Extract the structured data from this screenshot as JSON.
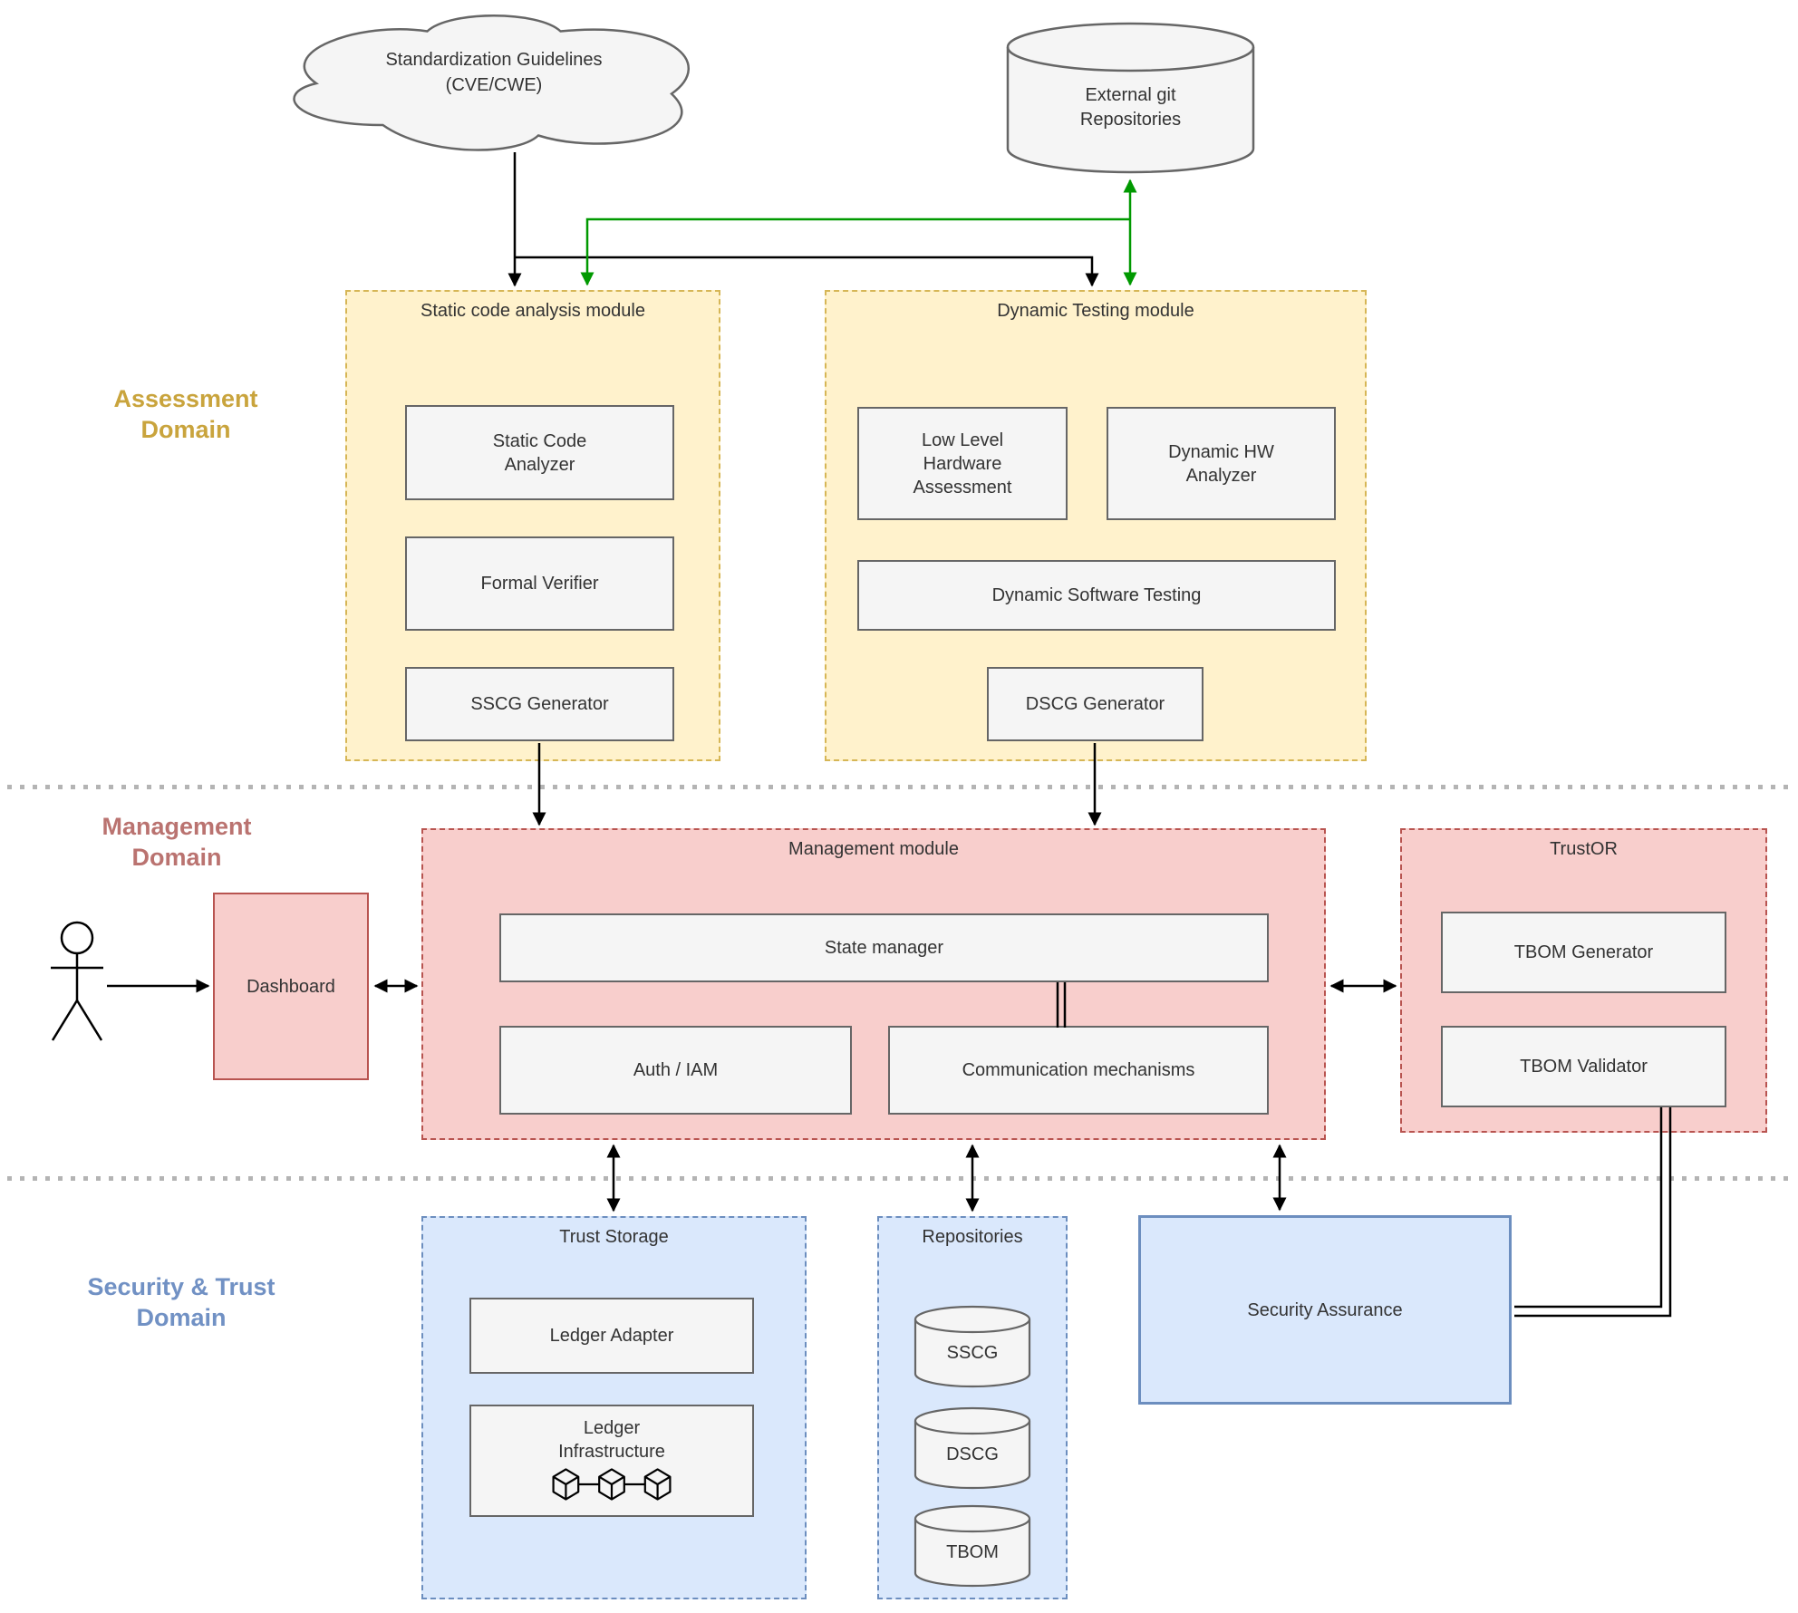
{
  "cloud": {
    "label": "Standardization Guidelines\n(CVE/CWE)"
  },
  "git_repos": {
    "label": "External git\nRepositories"
  },
  "domains": {
    "assessment": "Assessment\nDomain",
    "management": "Management\nDomain",
    "security_trust": "Security & Trust\nDomain"
  },
  "static_module": {
    "title": "Static code analysis module",
    "analyzer": "Static Code\nAnalyzer",
    "verifier": "Formal Verifier",
    "generator": "SSCG Generator"
  },
  "dynamic_module": {
    "title": "Dynamic Testing module",
    "low_level": "Low Level\nHardware\nAssessment",
    "hw_analyzer": "Dynamic HW\nAnalyzer",
    "sw_testing": "Dynamic Software Testing",
    "generator": "DSCG Generator"
  },
  "management": {
    "dashboard": "Dashboard",
    "title": "Management module",
    "state_manager": "State manager",
    "auth": "Auth / IAM",
    "comm": "Communication mechanisms"
  },
  "trustor": {
    "title": "TrustOR",
    "generator": "TBOM Generator",
    "validator": "TBOM Validator"
  },
  "security": {
    "trust_storage_title": "Trust Storage",
    "ledger_adapter": "Ledger Adapter",
    "ledger_infrastructure": "Ledger\nInfrastructure",
    "repositories_title": "Repositories",
    "cylinders": [
      "SSCG",
      "DSCG",
      "TBOM"
    ],
    "assurance": "Security Assurance"
  },
  "colors": {
    "assessment_fill": "#FFF2CC",
    "assessment_border": "#D6B656",
    "assessment_label": "#C9A43D",
    "management_fill": "#F8CECC",
    "management_border": "#B85450",
    "management_label": "#BA7370",
    "security_fill": "#DAE8FC",
    "security_border": "#6C8EBF",
    "security_label": "#7191C4",
    "component_fill": "#F5F5F5",
    "component_border": "#666666",
    "arrow_black": "#000000",
    "arrow_green": "#009900",
    "divider_gray": "#B4B4B4"
  }
}
